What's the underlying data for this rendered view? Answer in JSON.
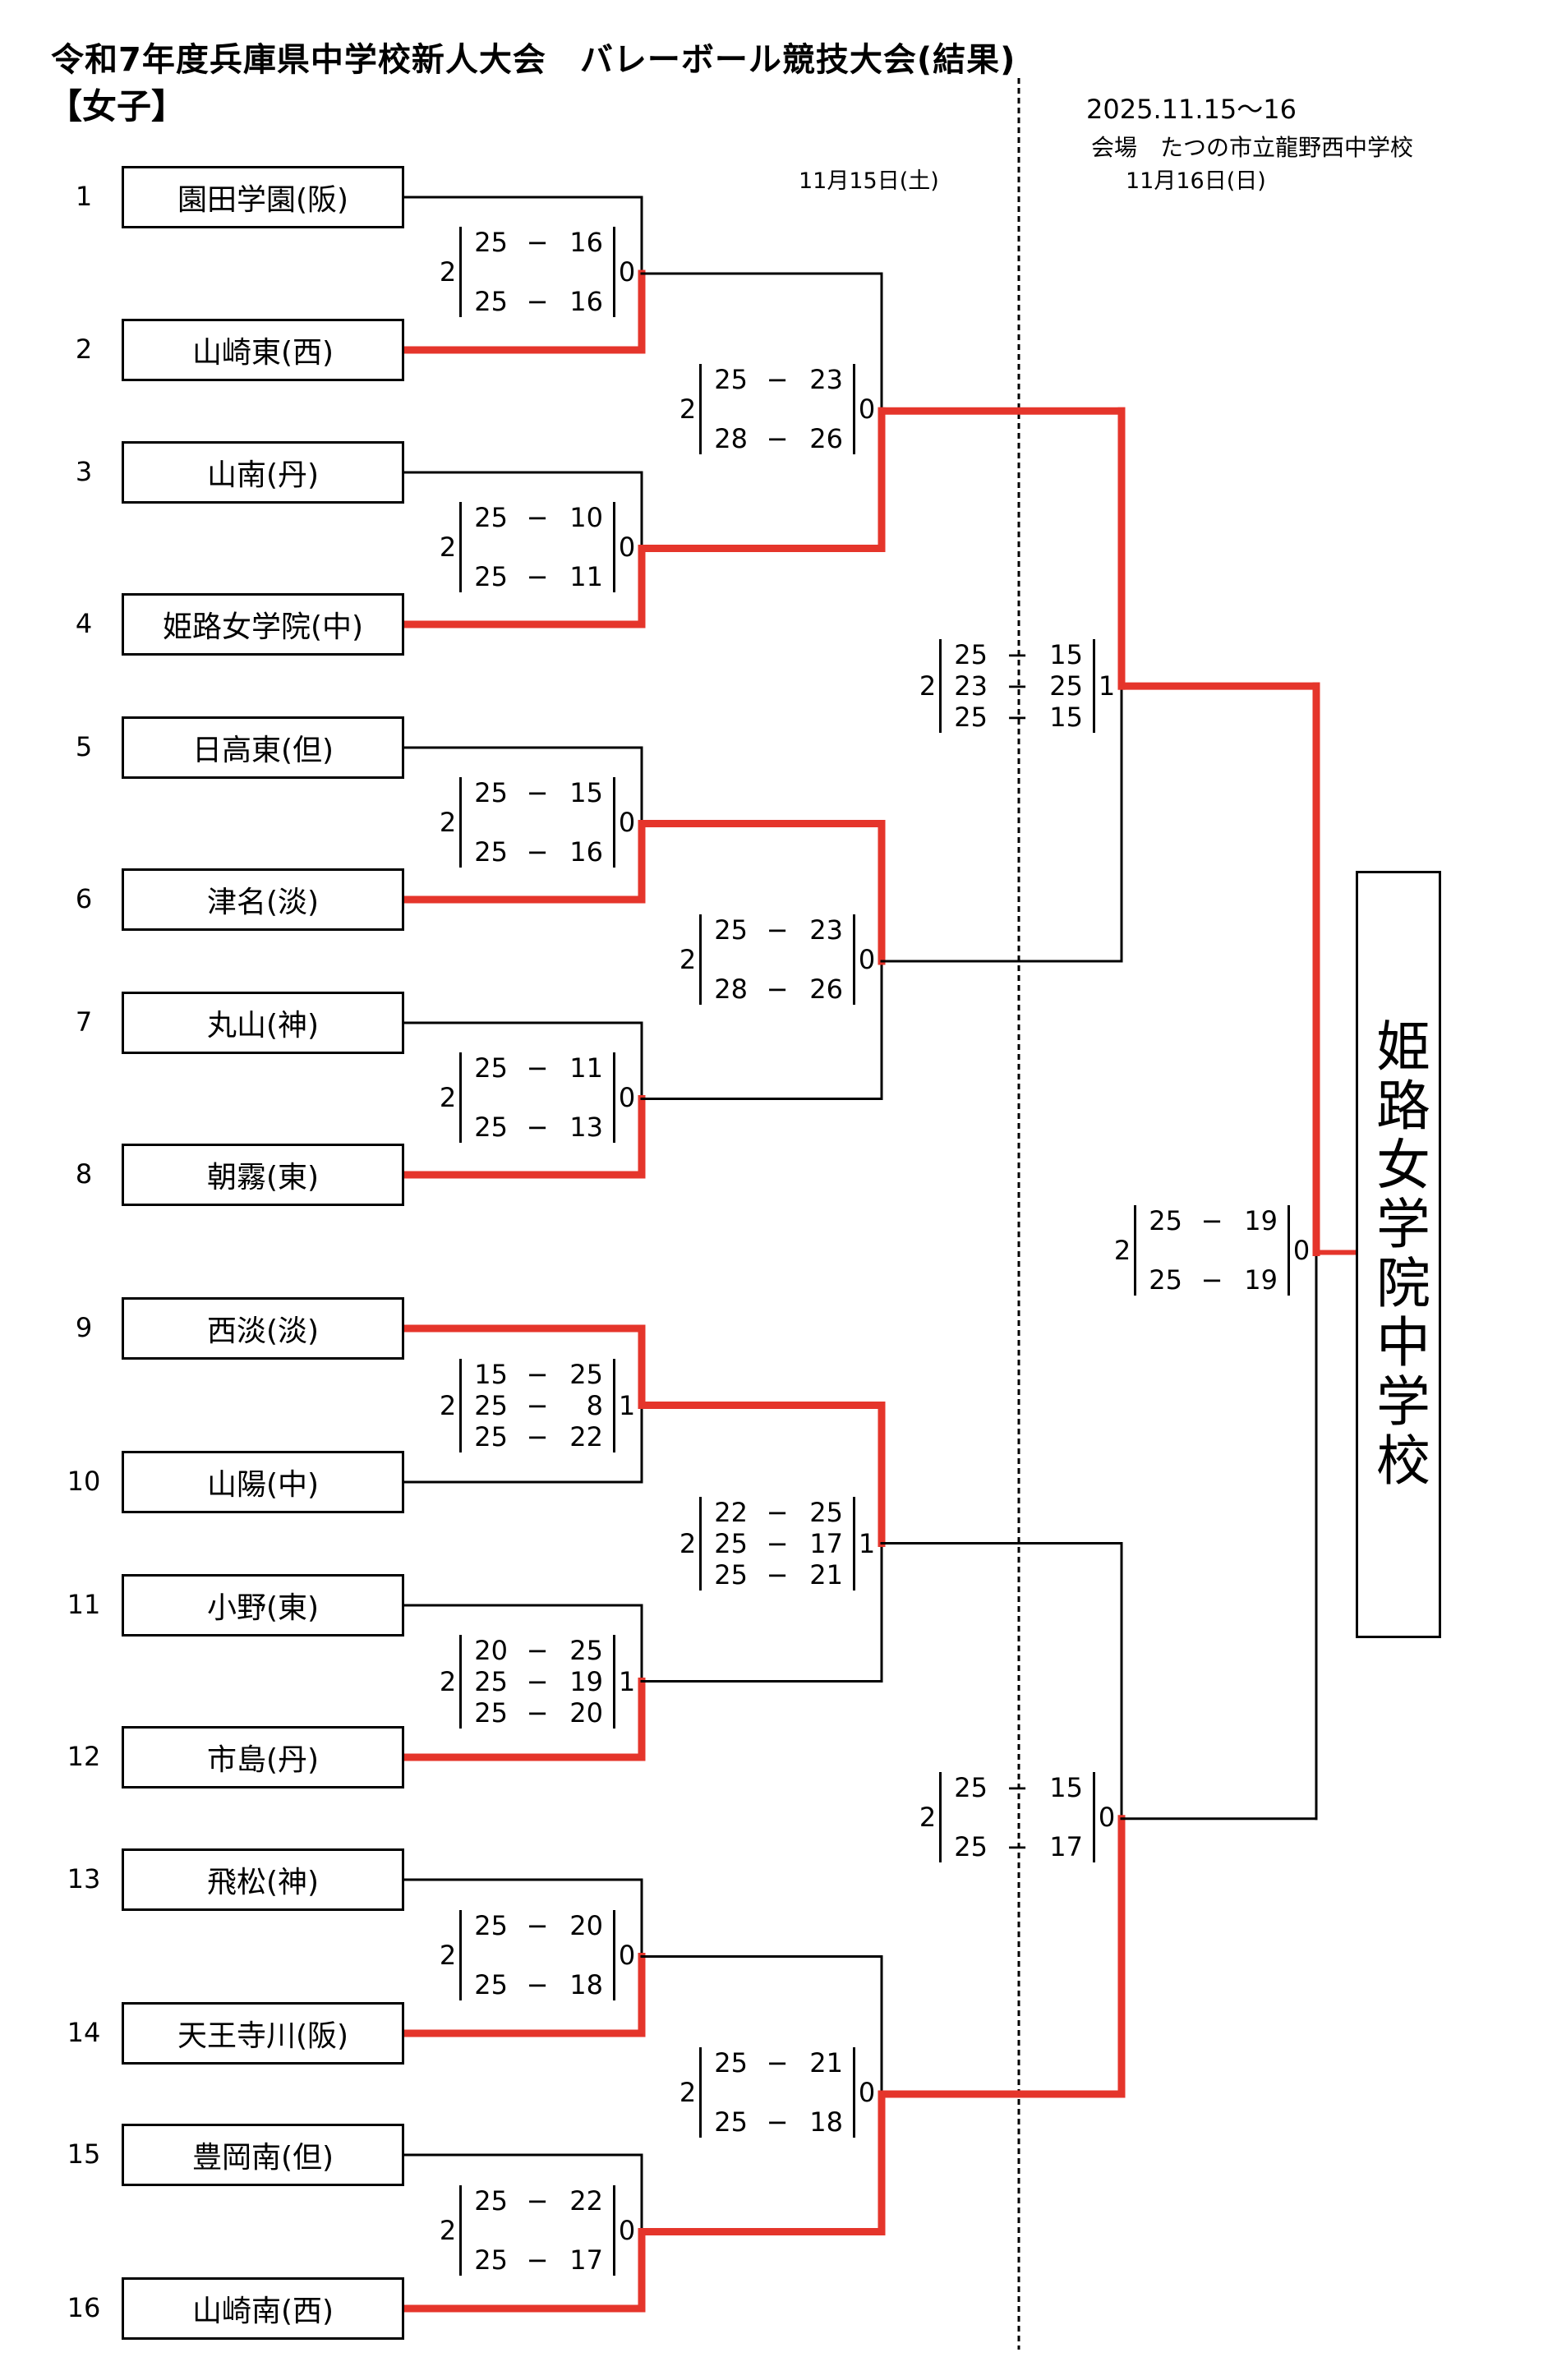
{
  "header": {
    "title": "令和7年度兵庫県中学校新人大会　バレーボール競技大会(結果)",
    "division": "【女子】",
    "dates": "2025.11.15〜16",
    "venue": "会場　たつの市立龍野西中学校",
    "day1": "11月15日(土)",
    "day2": "11月16日(日)"
  },
  "colors": {
    "winner_path": "#e5352b",
    "line": "#000000"
  },
  "teams": [
    {
      "seed": "1",
      "name": "園田学園(阪)"
    },
    {
      "seed": "2",
      "name": "山崎東(西)"
    },
    {
      "seed": "3",
      "name": "山南(丹)"
    },
    {
      "seed": "4",
      "name": "姫路女学院(中)"
    },
    {
      "seed": "5",
      "name": "日高東(但)"
    },
    {
      "seed": "6",
      "name": "津名(淡)"
    },
    {
      "seed": "7",
      "name": "丸山(神)"
    },
    {
      "seed": "8",
      "name": "朝霧(東)"
    },
    {
      "seed": "9",
      "name": "西淡(淡)"
    },
    {
      "seed": "10",
      "name": "山陽(中)"
    },
    {
      "seed": "11",
      "name": "小野(東)"
    },
    {
      "seed": "12",
      "name": "市島(丹)"
    },
    {
      "seed": "13",
      "name": "飛松(神)"
    },
    {
      "seed": "14",
      "name": "天王寺川(阪)"
    },
    {
      "seed": "15",
      "name": "豊岡南(但)"
    },
    {
      "seed": "16",
      "name": "山崎南(西)"
    }
  ],
  "matches": {
    "round1": [
      {
        "winner": 2,
        "sets_left": "2",
        "sets_right": "0",
        "games": [
          [
            "25",
            "16"
          ],
          [
            "25",
            "16"
          ]
        ]
      },
      {
        "winner": 4,
        "sets_left": "2",
        "sets_right": "0",
        "games": [
          [
            "25",
            "10"
          ],
          [
            "25",
            "11"
          ]
        ]
      },
      {
        "winner": 6,
        "sets_left": "2",
        "sets_right": "0",
        "games": [
          [
            "25",
            "15"
          ],
          [
            "25",
            "16"
          ]
        ]
      },
      {
        "winner": 8,
        "sets_left": "2",
        "sets_right": "0",
        "games": [
          [
            "25",
            "11"
          ],
          [
            "25",
            "13"
          ]
        ]
      },
      {
        "winner": 9,
        "sets_left": "2",
        "sets_right": "1",
        "games": [
          [
            "15",
            "25"
          ],
          [
            "25",
            "8"
          ],
          [
            "25",
            "22"
          ]
        ]
      },
      {
        "winner": 12,
        "sets_left": "2",
        "sets_right": "1",
        "games": [
          [
            "20",
            "25"
          ],
          [
            "25",
            "19"
          ],
          [
            "25",
            "20"
          ]
        ]
      },
      {
        "winner": 14,
        "sets_left": "2",
        "sets_right": "0",
        "games": [
          [
            "25",
            "20"
          ],
          [
            "25",
            "18"
          ]
        ]
      },
      {
        "winner": 16,
        "sets_left": "2",
        "sets_right": "0",
        "games": [
          [
            "25",
            "22"
          ],
          [
            "25",
            "17"
          ]
        ]
      }
    ],
    "round2": [
      {
        "winner": 4,
        "sets_left": "2",
        "sets_right": "0",
        "games": [
          [
            "25",
            "23"
          ],
          [
            "28",
            "26"
          ]
        ]
      },
      {
        "winner": 6,
        "sets_left": "2",
        "sets_right": "0",
        "games": [
          [
            "25",
            "23"
          ],
          [
            "28",
            "26"
          ]
        ]
      },
      {
        "winner": 9,
        "sets_left": "2",
        "sets_right": "1",
        "games": [
          [
            "22",
            "25"
          ],
          [
            "25",
            "17"
          ],
          [
            "25",
            "21"
          ]
        ]
      },
      {
        "winner": 16,
        "sets_left": "2",
        "sets_right": "0",
        "games": [
          [
            "25",
            "21"
          ],
          [
            "25",
            "18"
          ]
        ]
      }
    ],
    "semifinal": [
      {
        "winner": 4,
        "sets_left": "2",
        "sets_right": "1",
        "games": [
          [
            "25",
            "15"
          ],
          [
            "23",
            "25"
          ],
          [
            "25",
            "15"
          ]
        ]
      },
      {
        "winner": 16,
        "sets_left": "2",
        "sets_right": "0",
        "games": [
          [
            "25",
            "15"
          ],
          [
            "25",
            "17"
          ]
        ]
      }
    ],
    "final": [
      {
        "winner": 4,
        "sets_left": "2",
        "sets_right": "0",
        "games": [
          [
            "25",
            "19"
          ],
          [
            "25",
            "19"
          ]
        ]
      }
    ]
  },
  "champion": "姫路女学院中学校"
}
